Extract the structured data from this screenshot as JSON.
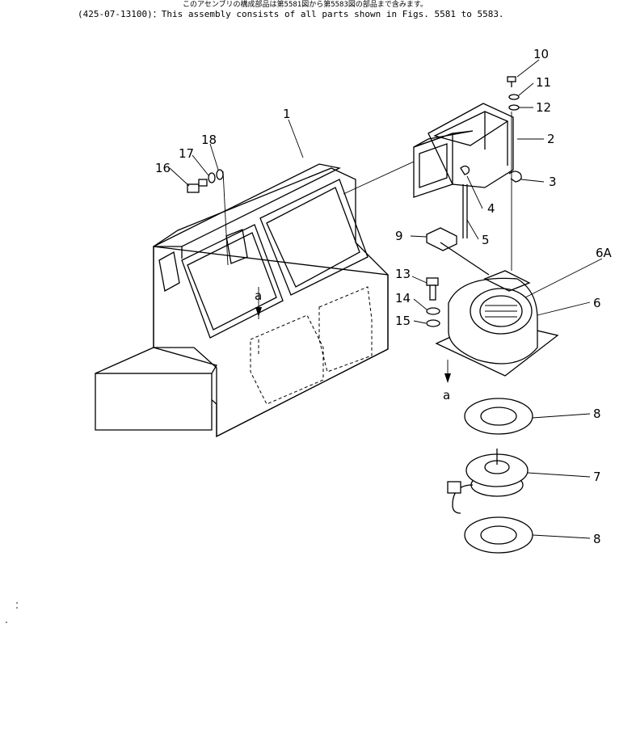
{
  "header": {
    "line_jp": "このアセンブリの構成部品は第5581図から第5583図の部品まで含みます。",
    "line_en": "(425-07-13100)：This assembly consists of all parts shown in Figs. 5581 to 5583."
  },
  "callouts": {
    "c1": "1",
    "c2": "2",
    "c3": "3",
    "c4": "4",
    "c5": "5",
    "c6": "6",
    "c6a": "6A",
    "c7": "7",
    "c8a": "8",
    "c8b": "8",
    "c9": "9",
    "c10": "10",
    "c11": "11",
    "c12": "12",
    "c13": "13",
    "c14": "14",
    "c15": "15",
    "c16": "16",
    "c17": "17",
    "c18": "18"
  },
  "markers": {
    "a_cab": "a",
    "a_blower": "a"
  }
}
